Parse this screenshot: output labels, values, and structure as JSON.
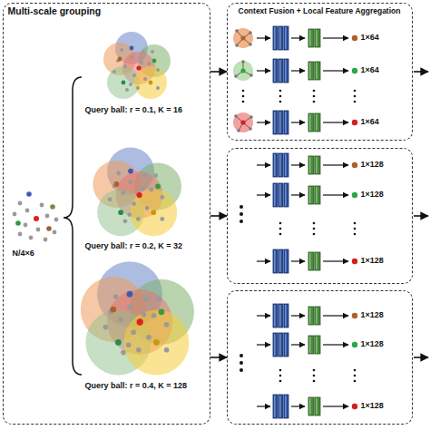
{
  "diagram": {
    "nodes": [
      {
        "text": [
          "Multi-scale grouping",
          "N/4×6",
          "Query ball: r = 0.1, K = 16",
          "Query ball: r = 0.2, K = 32",
          "Query ball: r = 0.4, K = 128"
        ]
      },
      {
        "text": [
          "Context Fusion + Local Feature Aggregation",
          "1×64",
          "1×64",
          "1×64"
        ]
      },
      {
        "text": [
          "1×128",
          "1×128",
          "1×128"
        ]
      },
      {
        "text": [
          "1×128",
          "1×128",
          "1×128"
        ]
      }
    ],
    "edges": [
      {
        "from": 0,
        "to": 1,
        "arrow": "to"
      },
      {
        "from": 0,
        "to": 2,
        "arrow": "to"
      },
      {
        "from": 0,
        "to": 3,
        "arrow": "to"
      }
    ]
  }
}
